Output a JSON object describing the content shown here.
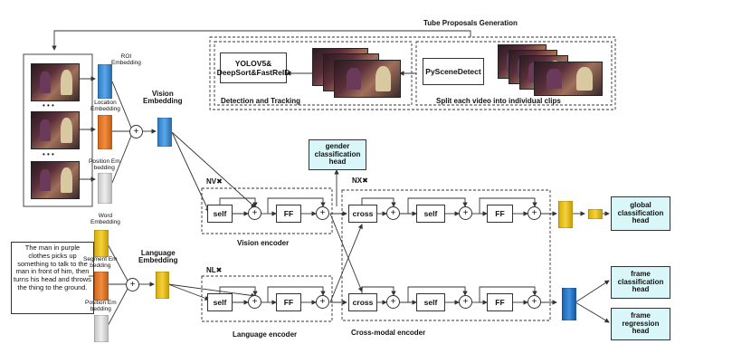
{
  "top": {
    "tube_title": "Tube Proposals Generation",
    "yolo_box": "YOLOV5&\nDeepSort&FastReID",
    "detect_label": "Detection and Tracking",
    "pyscene_box": "PySceneDetect",
    "split_label": "Split each video into individual clips"
  },
  "left": {
    "dots": "• • •",
    "roi_label": "ROI\nEmbedding",
    "location_label": "Location\nEmbedding",
    "position_label_v": "Position Em\nbedding",
    "vision_embedding": "Vision\nEmbedding",
    "word_label": "Word\nEmbedding",
    "segment_label": "Segment Em\nbedding",
    "position_label_l": "Position Em\nbedding",
    "language_embedding": "Language\nEmbedding",
    "sentence": "The man in purple clothes picks up something to talk to the man in front of him, then turns his head and throws the thing to the ground."
  },
  "encoders": {
    "nv": "NV✖",
    "nl": "NL✖",
    "nx": "NX✖",
    "self": "self",
    "ff": "FF",
    "cross": "cross",
    "plus": "+",
    "vision_encoder": "Vision encoder",
    "language_encoder": "Language encoder",
    "cross_modal_encoder": "Cross-modal encoder"
  },
  "heads": {
    "gender": "gender\nclassification\nhead",
    "global": "global\nclassification\nhead",
    "frame_cls": "frame\nclassification\nhead",
    "frame_reg": "frame\nregression\nhead"
  },
  "colors": {
    "roi": "#3b8ed8",
    "location": "#e07a2c",
    "position": "#d8d8d8",
    "word": "#e8c21a",
    "head_fill": "#d9f6f8",
    "vision_vec": "#3b8ed8",
    "language_vec": "#e8c21a",
    "frame_vec": "#2a7ac9"
  }
}
